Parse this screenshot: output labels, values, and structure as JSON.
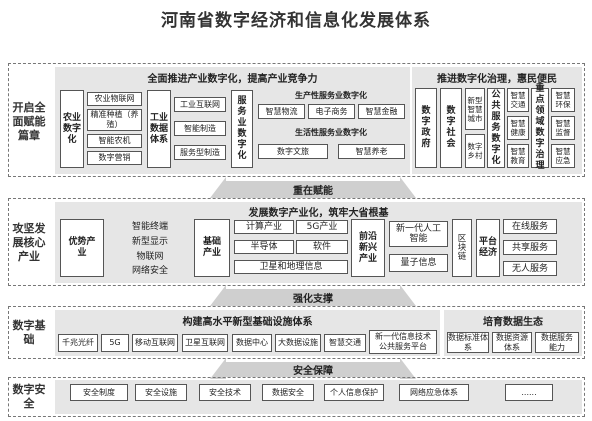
{
  "title": "河南省数字经济和信息化发展体系",
  "rows": {
    "r1": "开启全面赋能篇章",
    "r2": "攻坚发展核心产业",
    "r3": "数字基础",
    "r4": "数字安全"
  },
  "s1": {
    "header_left": "全面推进产业数字化，提高产业竞争力",
    "header_right": "推进数字化治理，惠民便民",
    "agri": "农业数字化",
    "agri_items": [
      "农业物联网",
      "精准种植（养殖）",
      "智能农机",
      "数字营销"
    ],
    "ind": "工业数据体系",
    "ind_items": [
      "工业互联网",
      "智能制造",
      "服务型制造"
    ],
    "svc": "服务业数字化",
    "prod_title": "生产性服务业数字化",
    "prod_items": [
      "智慧物流",
      "电子商务",
      "智慧金融"
    ],
    "life_title": "生活性服务业数字化",
    "life_items": [
      "数字文旅",
      "智慧养老"
    ],
    "gov": "数字政府",
    "soc": "数字社会",
    "city": [
      "新型智慧城市",
      "数字乡村"
    ],
    "pub": "公共服务数字化",
    "pub_items": [
      "智慧交通",
      "智慧健康",
      "智慧教育"
    ],
    "key": "重点领域数字治理",
    "key_items": [
      "智慧环保",
      "智慧监督",
      "智慧应急"
    ]
  },
  "arrow1": "重在赋能",
  "s2": {
    "header": "发展数字产业化，筑牢大省根基",
    "adv": "优势产业",
    "adv_items": [
      "智能终端",
      "新型显示",
      "物联网",
      "网络安全"
    ],
    "base": "基础产业",
    "base_items": [
      "计算产业",
      "5G产业",
      "半导体",
      "软件",
      "卫星和地理信息"
    ],
    "front": "前沿新兴产业",
    "front_items": [
      "新一代人工智能",
      "量子信息"
    ],
    "chain": "区块链",
    "platform": "平台经济",
    "plat_items": [
      "在线服务",
      "共享服务",
      "无人服务"
    ]
  },
  "arrow2": "强化支撑",
  "s3": {
    "header_left": "构建高水平新型基础设施体系",
    "header_right": "培育数据生态",
    "items": [
      "千兆光纤",
      "5G",
      "移动互联网",
      "卫星互联网",
      "数据中心",
      "大数据设施",
      "智慧交通",
      "新一代信息技术公共服务平台"
    ],
    "data_items": [
      "数据标准体系",
      "数据资源体系",
      "数据服务能力"
    ]
  },
  "arrow3": "安全保障",
  "s4": {
    "items": [
      "安全制度",
      "安全设施",
      "安全技术",
      "数据安全",
      "个人信息保护",
      "网络应急体系",
      "......"
    ]
  }
}
